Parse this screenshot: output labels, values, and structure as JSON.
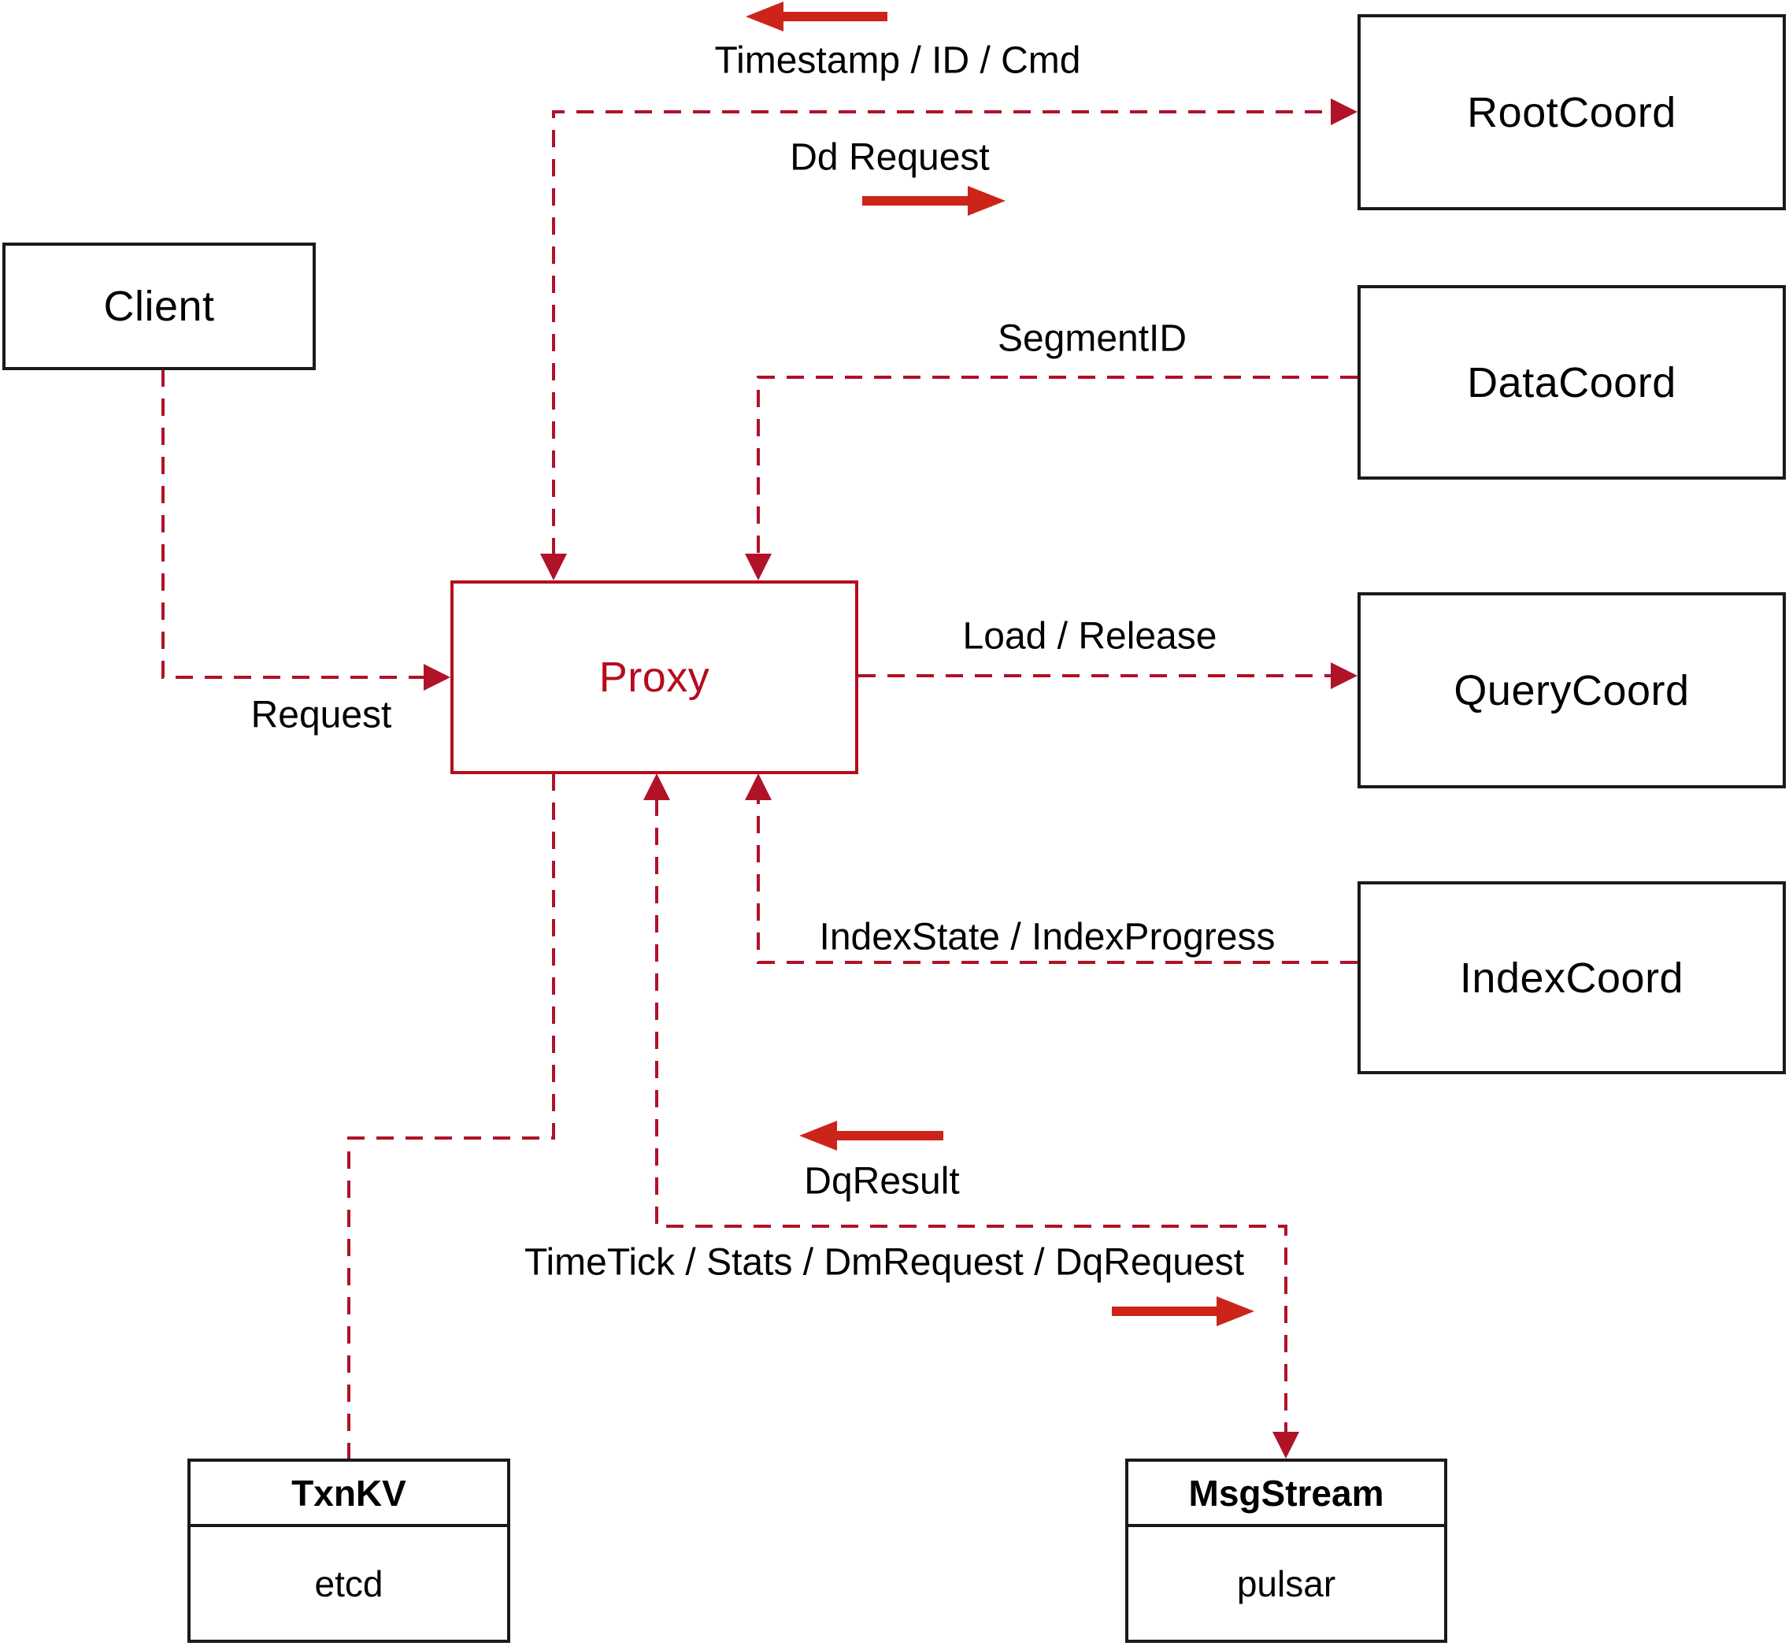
{
  "diagram": {
    "nodes": {
      "client": {
        "label": "Client"
      },
      "proxy": {
        "label": "Proxy"
      },
      "root_coord": {
        "label": "RootCoord"
      },
      "data_coord": {
        "label": "DataCoord"
      },
      "query_coord": {
        "label": "QueryCoord"
      },
      "index_coord": {
        "label": "IndexCoord"
      },
      "txn_kv": {
        "title": "TxnKV",
        "body": "etcd"
      },
      "msg_stream": {
        "title": "MsgStream",
        "body": "pulsar"
      }
    },
    "edge_labels": {
      "timestamp": "Timestamp / ID / Cmd",
      "dd_request": "Dd Request",
      "segment_id": "SegmentID",
      "load_release": "Load / Release",
      "request": "Request",
      "index_state": "IndexState / IndexProgress",
      "dq_result": "DqResult",
      "time_tick": "TimeTick / Stats / DmRequest / DqRequest"
    },
    "colors": {
      "dashed_line": "#b01228",
      "solid_arrow": "#cc2418",
      "proxy_accent": "#b50c1e",
      "box_border": "#1a1a1a",
      "text": "#000000",
      "background": "#ffffff"
    }
  }
}
